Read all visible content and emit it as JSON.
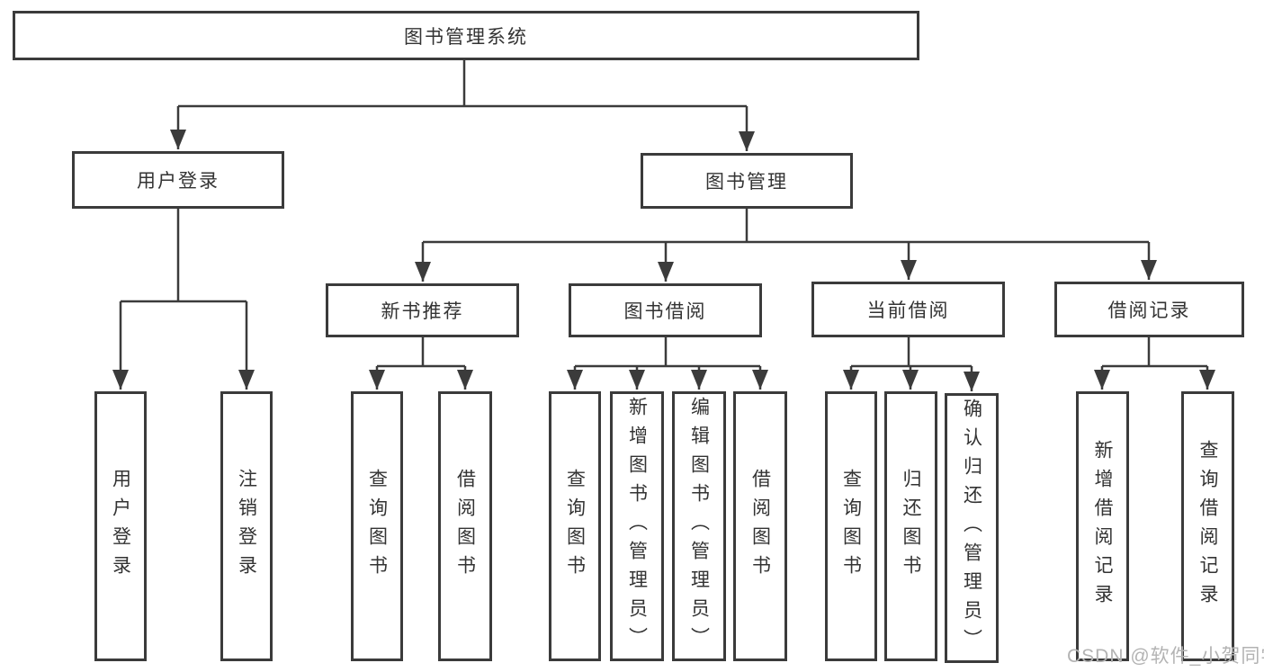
{
  "diagram": {
    "root": {
      "label": "图书管理系统"
    },
    "level2": [
      {
        "label": "用户登录"
      },
      {
        "label": "图书管理"
      }
    ],
    "level3": [
      {
        "label": "新书推荐"
      },
      {
        "label": "图书借阅"
      },
      {
        "label": "当前借阅"
      },
      {
        "label": "借阅记录"
      }
    ],
    "leaves": {
      "user_login": [
        {
          "label": "用户登录"
        },
        {
          "label": "注销登录"
        }
      ],
      "new_book": [
        {
          "label": "查询图书"
        },
        {
          "label": "借阅图书"
        }
      ],
      "book_borrow": [
        {
          "label": "查询图书"
        },
        {
          "label": "新增图书（管理员）"
        },
        {
          "label": "编辑图书（管理员）"
        },
        {
          "label": "借阅图书"
        }
      ],
      "current_borrow": [
        {
          "label": "查询图书"
        },
        {
          "label": "归还图书"
        },
        {
          "label": "确认归还（管理员）"
        }
      ],
      "borrow_records": [
        {
          "label": "新增借阅记录"
        },
        {
          "label": "查询借阅记录"
        }
      ]
    }
  },
  "watermark": {
    "text": "CSDN @软件_小贺同学"
  },
  "colors": {
    "line": "#3b3b3b",
    "text": "#333333",
    "watermark": "#b3b3b3",
    "background": "#ffffff"
  }
}
